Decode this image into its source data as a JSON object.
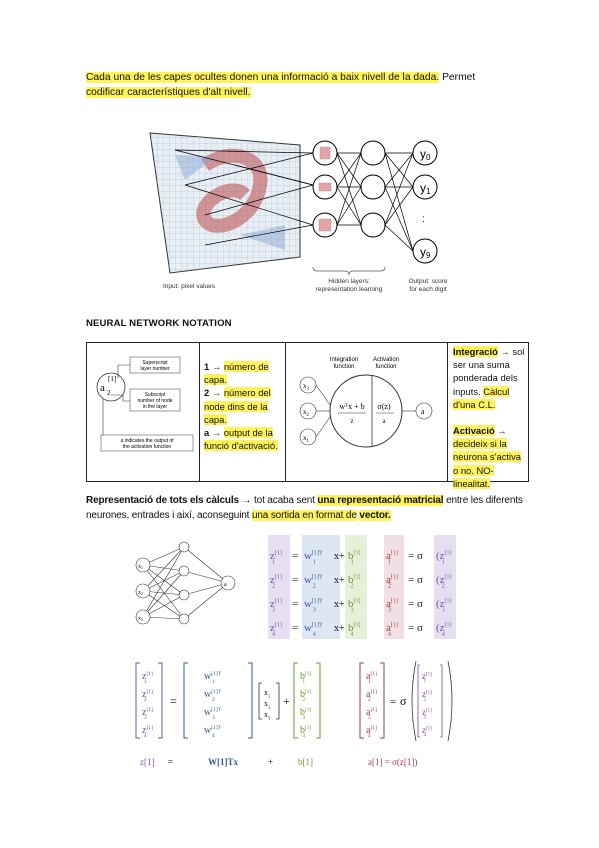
{
  "intro": {
    "highlighted": "Cada una de les capes ocultes donen una informació a baix nivell de la dada.",
    "plain": " Permet",
    "highlighted2": "codificar característiques d'alt nivell."
  },
  "nn_figure": {
    "input_caption": "Input: pixel values",
    "hidden_caption_1": "Hidden layers:",
    "hidden_caption_2": "representation learning",
    "output_caption_1": "Output: score",
    "output_caption_2": "for each digit",
    "outputs": [
      "y",
      "y",
      "y"
    ],
    "output_subs": [
      "0",
      "1",
      "9"
    ],
    "dots": ":"
  },
  "section_title": "NEURAL NETWORK NOTATION",
  "notation": {
    "diagram": {
      "label_top": [
        "Superscript",
        "layer number"
      ],
      "label_mid": [
        "Subscript",
        "number of node",
        "in the layer"
      ],
      "label_bot": [
        "a indicates the output of",
        "the activation function"
      ],
      "symbol": "a",
      "superscript": "[1]",
      "subscript": "2"
    },
    "items": [
      {
        "num": "1 →",
        "text": "número de capa."
      },
      {
        "num": "2 →",
        "text": "número del node dins de la capa."
      },
      {
        "num": "a →",
        "text": "output de la funció d'activació."
      }
    ],
    "neuron": {
      "integration_1": "Integration",
      "integration_2": "function",
      "activation_1": "Activation",
      "activation_2": "function",
      "inputs": [
        "x",
        "x",
        "x"
      ],
      "input_subs": [
        "3",
        "2",
        "1"
      ],
      "formula": "wᵀx + b",
      "formula_z": "z",
      "sigma": "σ(z)",
      "sigma_a": "a",
      "output": "a"
    },
    "integration": {
      "title": "Integració",
      "arrow": "→",
      "rest1": "sol ser una suma ponderada dels inputs.",
      "calc": "Càlcul d'una C.L."
    },
    "activation": {
      "title": "Activació",
      "arrow": "→",
      "text": "decideix si la neurona s'activa o no. NO-linealitat."
    }
  },
  "representation": {
    "title": "Representació de tots els càlculs",
    "arrow": "→",
    "t1": "tot acaba sent",
    "h1": "una representació matricial",
    "t2": "entre les diferents neurones, entrades i així, aconseguint",
    "h2": "una sortida en format de",
    "h3": "vector."
  },
  "math": {
    "inputs": [
      "x",
      "x",
      "x"
    ],
    "input_subs": [
      "1",
      "2",
      "3"
    ],
    "out_node": "a",
    "eq_rows": [
      {
        "z": "z",
        "w": "w",
        "b": "b",
        "a": "a",
        "sub": "1"
      },
      {
        "z": "z",
        "w": "w",
        "b": "b",
        "a": "a",
        "sub": "2"
      },
      {
        "z": "z",
        "w": "w",
        "b": "b",
        "a": "a",
        "sub": "3"
      },
      {
        "z": "z",
        "w": "w",
        "b": "b",
        "a": "a",
        "sub": "4"
      }
    ],
    "sup": "[1]",
    "sup_T": "[1]T",
    "x": "x",
    "sigma": "σ",
    "bottom_z": "z[1]",
    "bottom_eq": "=",
    "bottom_w": "W[1]Tx",
    "bottom_plus": "+",
    "bottom_b": "b[1]",
    "bottom_a": "a[1] = σ(z[1])",
    "colors": {
      "z": "#7a4ea8",
      "w": "#2f5d9c",
      "b": "#6a9a2c",
      "a": "#a23a48",
      "z_band": "#e6dff0",
      "w_band": "#dde7f3",
      "b_band": "#e6efd8",
      "a_band": "#f1e0e3"
    }
  }
}
